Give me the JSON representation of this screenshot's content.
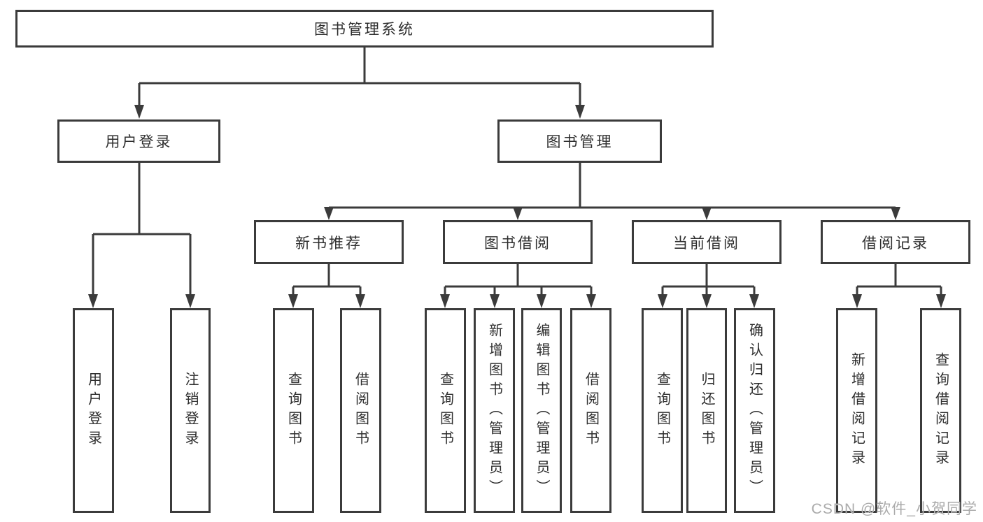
{
  "tree": {
    "root": {
      "label": "图书管理系统",
      "children": [
        {
          "label": "用户登录",
          "children": [
            {
              "label": "用户登录"
            },
            {
              "label": "注销登录"
            }
          ]
        },
        {
          "label": "图书管理",
          "children": [
            {
              "label": "新书推荐",
              "children": [
                {
                  "label": "查询图书"
                },
                {
                  "label": "借阅图书"
                }
              ]
            },
            {
              "label": "图书借阅",
              "children": [
                {
                  "label": "查询图书"
                },
                {
                  "label": "新增图书（管理员）"
                },
                {
                  "label": "编辑图书（管理员）"
                },
                {
                  "label": "借阅图书"
                }
              ]
            },
            {
              "label": "当前借阅",
              "children": [
                {
                  "label": "查询图书"
                },
                {
                  "label": "归还图书"
                },
                {
                  "label": "确认归还（管理员）"
                }
              ]
            },
            {
              "label": "借阅记录",
              "children": [
                {
                  "label": "新增借阅记录"
                },
                {
                  "label": "查询借阅记录"
                }
              ]
            }
          ]
        }
      ]
    }
  },
  "watermark": {
    "text": "CSDN @软件_小贺同学"
  },
  "colors": {
    "line": "#3b3b3b",
    "box_border": "#3b3b3b",
    "text": "#2e2e2e",
    "background": "#ffffff",
    "watermark": "#ababab"
  }
}
